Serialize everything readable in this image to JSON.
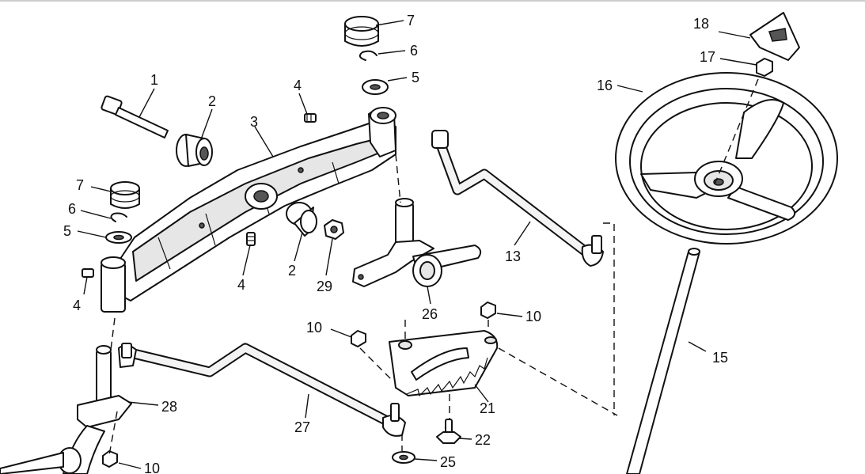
{
  "callouts": {
    "c1": "1",
    "c2a": "2",
    "c2b": "2",
    "c3": "3",
    "c4a": "4",
    "c4b": "4",
    "c4c": "4",
    "c5a": "5",
    "c5b": "5",
    "c6a": "6",
    "c6b": "6",
    "c7a": "7",
    "c7b": "7",
    "c10a": "10",
    "c10b": "10",
    "c10c": "10",
    "c13": "13",
    "c15": "15",
    "c16": "16",
    "c17": "17",
    "c18": "18",
    "c21": "21",
    "c22": "22",
    "c25": "25",
    "c26": "26",
    "c27": "27",
    "c28": "28",
    "c29": "29"
  },
  "colors": {
    "line": "#111111",
    "background": "#ffffff",
    "shade": "#e6e6e6"
  }
}
